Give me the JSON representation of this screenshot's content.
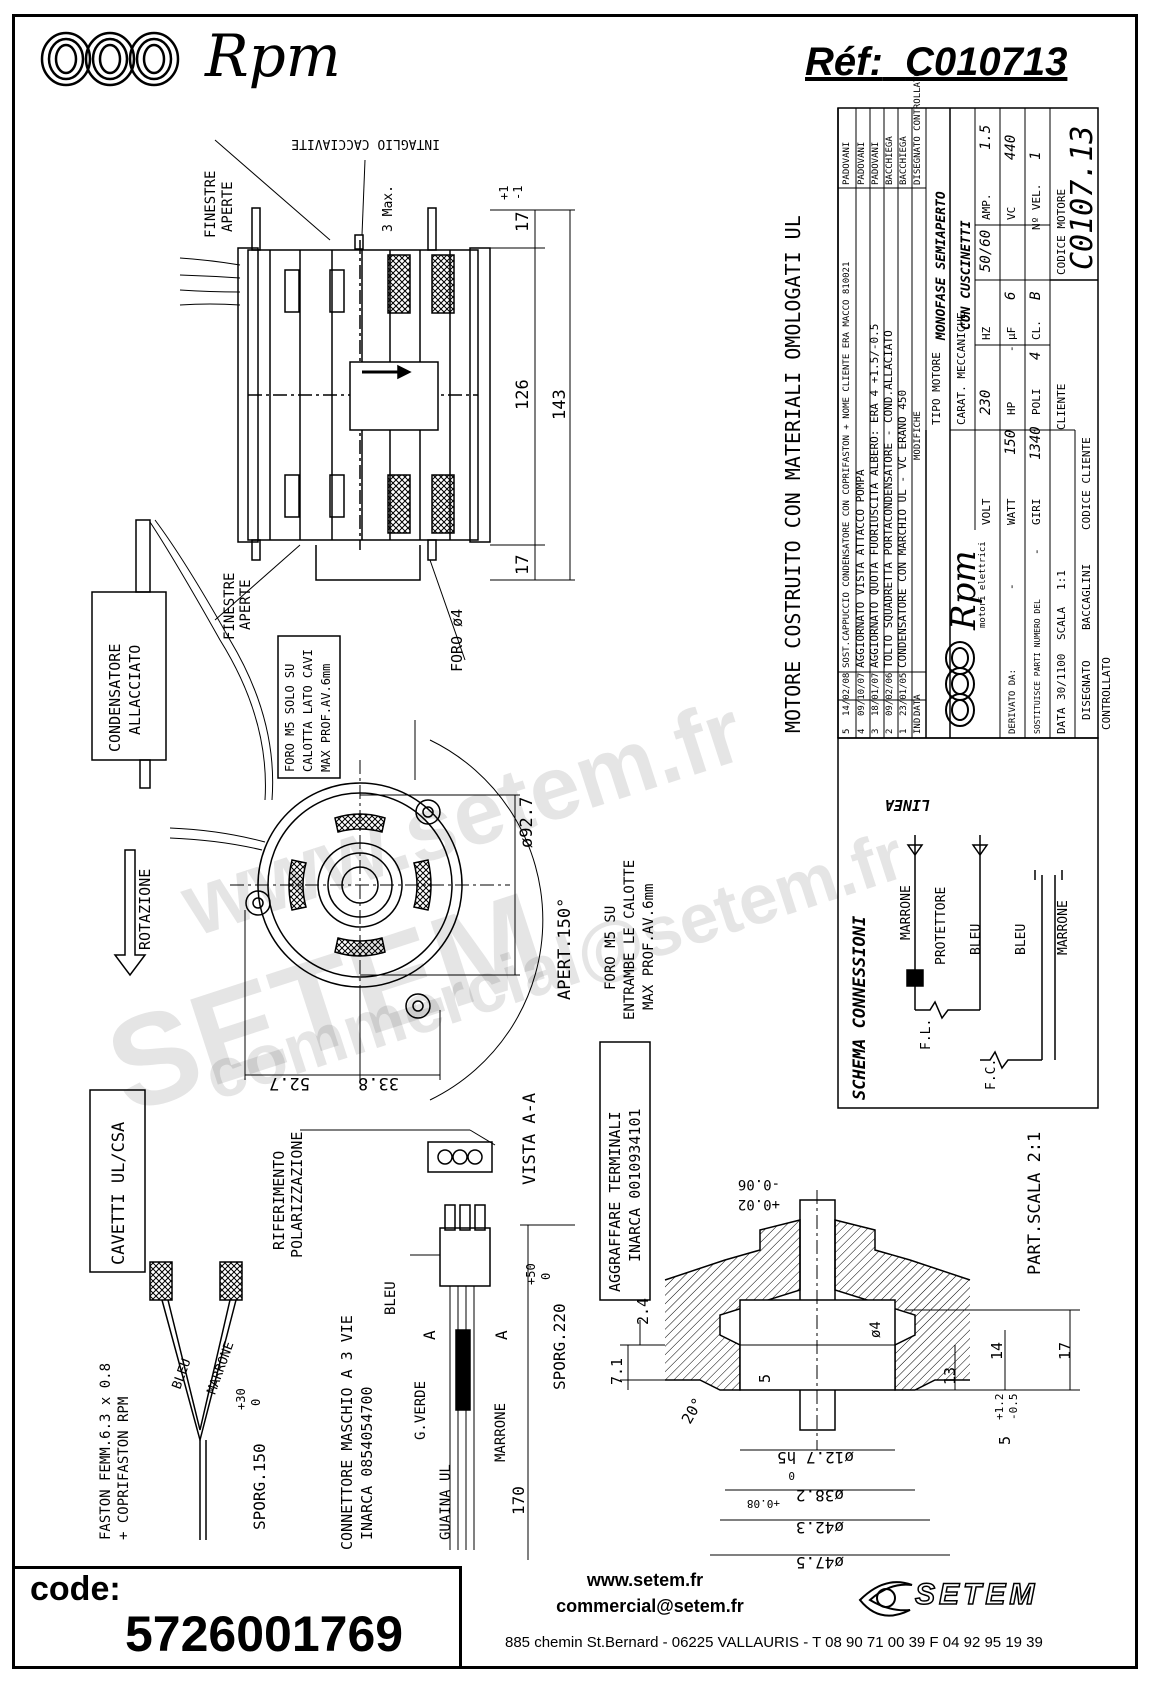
{
  "header": {
    "brand": "Rpm",
    "reference_label": "Réf:",
    "reference_value": "C010713"
  },
  "drawing_labels": {
    "finestre_aperte_top": [
      "FINESTRE",
      "APERTE"
    ],
    "intaglio": "INTAGLIO CACCIAVITE",
    "max3": "3 Max.",
    "dim_17_top": "17",
    "dim_126": "126",
    "dim_143": "143",
    "dim_17_bottom": "17",
    "tol_plus1": "+1",
    "tol_minus1": "-1",
    "foro4": "FORO ø4",
    "finestre_aperte_bottom": [
      "FINESTRE",
      "APERTE"
    ],
    "condensatore": [
      "CONDENSATORE",
      "ALLACCIATO"
    ],
    "foro_m5_cavi": [
      "FORO M5 SOLO SU",
      "CALOTTA LATO CAVI",
      "MAX PROF.AV.6mm"
    ],
    "rotazione": "ROTAZIONE",
    "dia_92": "ø92.7",
    "apert": "APERT.150°",
    "foro_m5_calotte": [
      "FORO M5 SU",
      "ENTRAMBE LE CALOTTE",
      "MAX PROF.AV.6mm"
    ],
    "dim_52": "52.7",
    "dim_33": "33.8",
    "cavetti": "CAVETTI UL/CSA",
    "riferimento": [
      "RIFERIMENTO",
      "POLARIZZAZIONE"
    ],
    "vista_aa": "VISTA A-A",
    "aggraffare": [
      "AGGRAFFARE TERMINALI",
      "INARCA 0010934101"
    ],
    "bleu": "BLEU",
    "ai": "A",
    "sporg220": "SPORG.220",
    "sporg220_tol": [
      "+50",
      "0"
    ],
    "gverde": "G.VERDE",
    "marrone": "MARRONE",
    "connettore": [
      "CONNETTORE MASCHIO A 3 VIE",
      "INARCA 0854054700"
    ],
    "guaina": "GUAINA UL",
    "dim_170": "170",
    "faston": [
      "FASTON FEMM.6.3 x 0.8",
      "+ COPRIFASTON RPM"
    ],
    "sporg150": "SPORG.150",
    "sporg150_tol": [
      "+30",
      "0"
    ],
    "bleu2": "BLEU",
    "marrone2": "MARRONE",
    "motore_ul": "MOTORE COSTRUITO CON MATERIALI OMOLOGATI UL",
    "schema": "SCHEMA CONNESSIONI",
    "linea": "LINEA",
    "protettore": "PROTETTORE",
    "sc_marrone": "MARRONE",
    "sc_bleu1": "BLEU",
    "sc_bleu2": "BLEU",
    "sc_marrone2": "MARRONE",
    "fl": "F.L.",
    "fc": "F.C.",
    "part_scala": "PART.SCALA 2:1",
    "shaft_tol": [
      "-0.06",
      "+0.02"
    ],
    "dim_24": "2.4",
    "dim_71": "7.1",
    "dim_5": "5",
    "dim_20": "20°",
    "dim_14": "14",
    "dim_13": "13",
    "dim_17b": "17",
    "dim_o4": "ø4",
    "dim_5b": "5",
    "dim_5b_tol": [
      "+1.2",
      "-0.5"
    ],
    "dim_127": "ø12.7 h5",
    "dim_382": "ø38.2",
    "dim_382_tol": [
      "+0.08",
      "0"
    ],
    "dim_423": "ø42.3",
    "dim_475": "ø47.5"
  },
  "title_block": {
    "modifiche_header": [
      "IND.",
      "DATA",
      "MODIFICHE"
    ],
    "revisions": [
      {
        "ind": "5",
        "data": "14/02/08",
        "text": "SOST.CAPPUCCIO CONDENSATORE CON COPRIFASTON + NOME CLIENTE ERA MACCO 810021",
        "by": "PADOVANI"
      },
      {
        "ind": "4",
        "data": "09/10/07",
        "text": "AGGIORNATO VISTA ATTACCO POMPA",
        "by": "PADOVANI"
      },
      {
        "ind": "3",
        "data": "18/01/07",
        "text": "AGGIORNATO QUOTA FUORIUSCITA ALBERO: ERA 4 +1.5/-0.5",
        "by": "PADOVANI"
      },
      {
        "ind": "2",
        "data": "09/02/06",
        "text": "TOLTO SQUADRETTA PORTACONDENSATORE - COND.ALLACIATO",
        "by": "BACCHIEGA"
      },
      {
        "ind": "1",
        "data": "23/01/05",
        "text": "CONDENSATORE CON MARCHIO UL - VC ERANO 450",
        "by": "BACCHIEGA"
      }
    ],
    "disegnato_controllato": "DISEGNATO CONTROLLATO",
    "tipo_motore_label": "TIPO MOTORE",
    "tipo_motore": [
      "MONOFASE SEMIAPERTO",
      "CON CUSCINETTI"
    ],
    "carat_label": "CARAT. MECCANICHE",
    "volt_label": "VOLT",
    "volt": "230",
    "hz_label": "HZ",
    "hz": "50/60",
    "amp_label": "AMP.",
    "amp": "1.5",
    "watt_label": "WATT",
    "watt": "150",
    "hp_label": "HP",
    "hp": "-",
    "uf_label": "µF",
    "uf": "6",
    "vc_label": "VC",
    "vc": "440",
    "giri_label": "GIRI",
    "giri": "1340",
    "poli_label": "POLI",
    "poli": "4",
    "cl_label": "CL.",
    "cl": "B",
    "nvel_label": "Nº VEL.",
    "nvel": "1",
    "cliente_label": "CLIENTE",
    "codice_cliente_label": "CODICE CLIENTE",
    "codice_motore_label": "CODICE MOTORE",
    "codice_motore": "C0107.13",
    "derivato_label": "DERIVATO DA:",
    "derivato": "-",
    "sostituisce_label": "SOSTITUISCE PARTI NUMERO DEL",
    "sostituisce": "-",
    "data_label": "DATA",
    "data": "30/1100",
    "scala_label": "SCALA",
    "scala": "1:1",
    "disegnato_label": "DISEGNATO",
    "disegnato": "BACCAGLINI",
    "controllato_label": "CONTROLLATO",
    "brand": "Rpm",
    "brand_sub": "motori elettrici"
  },
  "footer": {
    "code_label": "code:",
    "code_value": "5726001769",
    "website": "www.setem.fr",
    "email": "commercial@setem.fr",
    "address": "885 chemin St.Bernard  -  06225 VALLAURIS  -  T 08 90 71 00 39  F 04 92 95 19 39",
    "company": "SETEM"
  },
  "watermarks": [
    "www.setem.fr",
    "SETEM",
    "commercial@setem.fr"
  ]
}
